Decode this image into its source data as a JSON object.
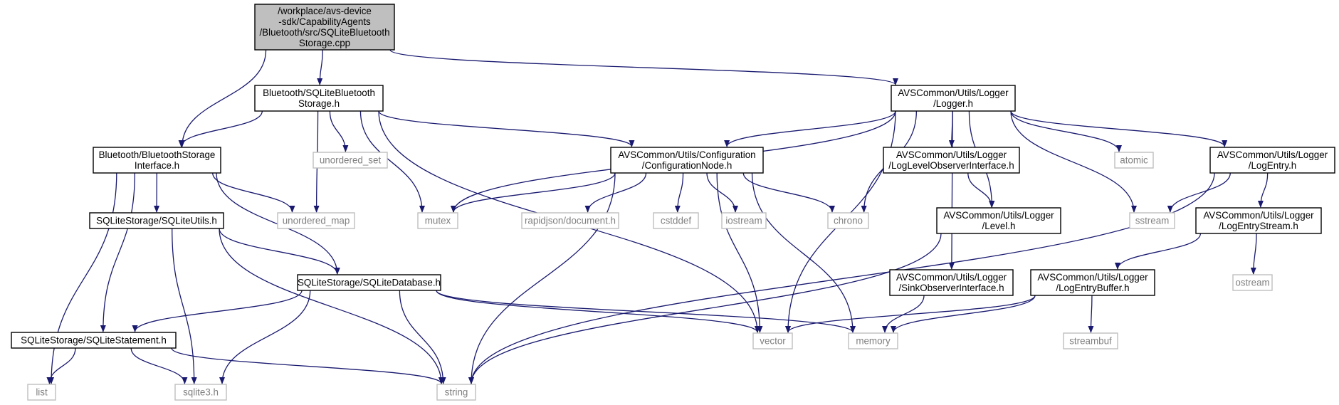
{
  "colors": {
    "edge": "#191970",
    "root_fill": "#bfbfbf",
    "header_border": "#000000",
    "system_border": "#bfbfbf",
    "system_text": "#808080",
    "background": "#ffffff"
  },
  "nodes": [
    {
      "id": "root",
      "kind": "root",
      "lines": [
        "/workplace/avs-device",
        "-sdk/CapabilityAgents",
        "/Bluetooth/src/SQLiteBluetooth",
        "Storage.cpp"
      ]
    },
    {
      "id": "bt_sqlite_storage",
      "kind": "header",
      "lines": [
        "Bluetooth/SQLiteBluetooth",
        "Storage.h"
      ]
    },
    {
      "id": "logger_h",
      "kind": "header",
      "lines": [
        "AVSCommon/Utils/Logger",
        "/Logger.h"
      ]
    },
    {
      "id": "bt_storage_iface",
      "kind": "header",
      "lines": [
        "Bluetooth/BluetoothStorage",
        "Interface.h"
      ]
    },
    {
      "id": "unordered_set",
      "kind": "system",
      "lines": [
        "unordered_set"
      ]
    },
    {
      "id": "config_node",
      "kind": "header",
      "lines": [
        "AVSCommon/Utils/Configuration",
        "/ConfigurationNode.h"
      ]
    },
    {
      "id": "log_level_observer",
      "kind": "header",
      "lines": [
        "AVSCommon/Utils/Logger",
        "/LogLevelObserverInterface.h"
      ]
    },
    {
      "id": "atomic",
      "kind": "system",
      "lines": [
        "atomic"
      ]
    },
    {
      "id": "log_entry",
      "kind": "header",
      "lines": [
        "AVSCommon/Utils/Logger",
        "/LogEntry.h"
      ]
    },
    {
      "id": "sqlite_utils",
      "kind": "header",
      "lines": [
        "SQLiteStorage/SQLiteUtils.h"
      ]
    },
    {
      "id": "unordered_map",
      "kind": "system",
      "lines": [
        "unordered_map"
      ]
    },
    {
      "id": "mutex",
      "kind": "system",
      "lines": [
        "mutex"
      ]
    },
    {
      "id": "rapidjson",
      "kind": "system",
      "lines": [
        "rapidjson/document.h"
      ]
    },
    {
      "id": "cstddef",
      "kind": "system",
      "lines": [
        "cstddef"
      ]
    },
    {
      "id": "iostream",
      "kind": "system",
      "lines": [
        "iostream"
      ]
    },
    {
      "id": "chrono",
      "kind": "system",
      "lines": [
        "chrono"
      ]
    },
    {
      "id": "level_h",
      "kind": "header",
      "lines": [
        "AVSCommon/Utils/Logger",
        "/Level.h"
      ]
    },
    {
      "id": "sstream",
      "kind": "system",
      "lines": [
        "sstream"
      ]
    },
    {
      "id": "log_entry_stream",
      "kind": "header",
      "lines": [
        "AVSCommon/Utils/Logger",
        "/LogEntryStream.h"
      ]
    },
    {
      "id": "sqlite_database",
      "kind": "header",
      "lines": [
        "SQLiteStorage/SQLiteDatabase.h"
      ]
    },
    {
      "id": "sink_observer",
      "kind": "header",
      "lines": [
        "AVSCommon/Utils/Logger",
        "/SinkObserverInterface.h"
      ]
    },
    {
      "id": "log_entry_buffer",
      "kind": "header",
      "lines": [
        "AVSCommon/Utils/Logger",
        "/LogEntryBuffer.h"
      ]
    },
    {
      "id": "ostream",
      "kind": "system",
      "lines": [
        "ostream"
      ]
    },
    {
      "id": "sqlite_statement",
      "kind": "header",
      "lines": [
        "SQLiteStorage/SQLiteStatement.h"
      ]
    },
    {
      "id": "vector",
      "kind": "system",
      "lines": [
        "vector"
      ]
    },
    {
      "id": "memory",
      "kind": "system",
      "lines": [
        "memory"
      ]
    },
    {
      "id": "streambuf",
      "kind": "system",
      "lines": [
        "streambuf"
      ]
    },
    {
      "id": "list",
      "kind": "system",
      "lines": [
        "list"
      ]
    },
    {
      "id": "sqlite3_h",
      "kind": "system",
      "lines": [
        "sqlite3.h"
      ]
    },
    {
      "id": "string",
      "kind": "system",
      "lines": [
        "string"
      ]
    }
  ],
  "edges": [
    [
      "root",
      "bt_sqlite_storage"
    ],
    [
      "root",
      "logger_h"
    ],
    [
      "root",
      "bt_storage_iface"
    ],
    [
      "bt_sqlite_storage",
      "bt_storage_iface"
    ],
    [
      "bt_sqlite_storage",
      "unordered_set"
    ],
    [
      "bt_sqlite_storage",
      "config_node"
    ],
    [
      "bt_sqlite_storage",
      "unordered_map"
    ],
    [
      "bt_sqlite_storage",
      "mutex"
    ],
    [
      "bt_sqlite_storage",
      "vector"
    ],
    [
      "bt_storage_iface",
      "sqlite_utils"
    ],
    [
      "bt_storage_iface",
      "unordered_map"
    ],
    [
      "bt_storage_iface",
      "sqlite_database"
    ],
    [
      "bt_storage_iface",
      "sqlite_statement"
    ],
    [
      "bt_storage_iface",
      "list"
    ],
    [
      "logger_h",
      "config_node"
    ],
    [
      "logger_h",
      "log_level_observer"
    ],
    [
      "logger_h",
      "atomic"
    ],
    [
      "logger_h",
      "log_entry"
    ],
    [
      "logger_h",
      "mutex"
    ],
    [
      "logger_h",
      "chrono"
    ],
    [
      "logger_h",
      "level_h"
    ],
    [
      "logger_h",
      "sstream"
    ],
    [
      "logger_h",
      "sink_observer"
    ],
    [
      "logger_h",
      "vector"
    ],
    [
      "config_node",
      "mutex"
    ],
    [
      "config_node",
      "rapidjson"
    ],
    [
      "config_node",
      "cstddef"
    ],
    [
      "config_node",
      "iostream"
    ],
    [
      "config_node",
      "chrono"
    ],
    [
      "config_node",
      "string"
    ],
    [
      "config_node",
      "vector"
    ],
    [
      "config_node",
      "memory"
    ],
    [
      "log_level_observer",
      "level_h"
    ],
    [
      "level_h",
      "string"
    ],
    [
      "log_entry",
      "sstream"
    ],
    [
      "log_entry",
      "log_entry_stream"
    ],
    [
      "log_entry",
      "string"
    ],
    [
      "log_entry_stream",
      "log_entry_buffer"
    ],
    [
      "log_entry_stream",
      "ostream"
    ],
    [
      "log_entry_buffer",
      "vector"
    ],
    [
      "log_entry_buffer",
      "memory"
    ],
    [
      "log_entry_buffer",
      "streambuf"
    ],
    [
      "sink_observer",
      "memory"
    ],
    [
      "sqlite_utils",
      "sqlite_database"
    ],
    [
      "sqlite_utils",
      "sqlite3_h"
    ],
    [
      "sqlite_utils",
      "string"
    ],
    [
      "sqlite_database",
      "sqlite_statement"
    ],
    [
      "sqlite_database",
      "sqlite3_h"
    ],
    [
      "sqlite_database",
      "string"
    ],
    [
      "sqlite_database",
      "vector"
    ],
    [
      "sqlite_database",
      "memory"
    ],
    [
      "sqlite_statement",
      "list"
    ],
    [
      "sqlite_statement",
      "sqlite3_h"
    ],
    [
      "sqlite_statement",
      "string"
    ]
  ]
}
